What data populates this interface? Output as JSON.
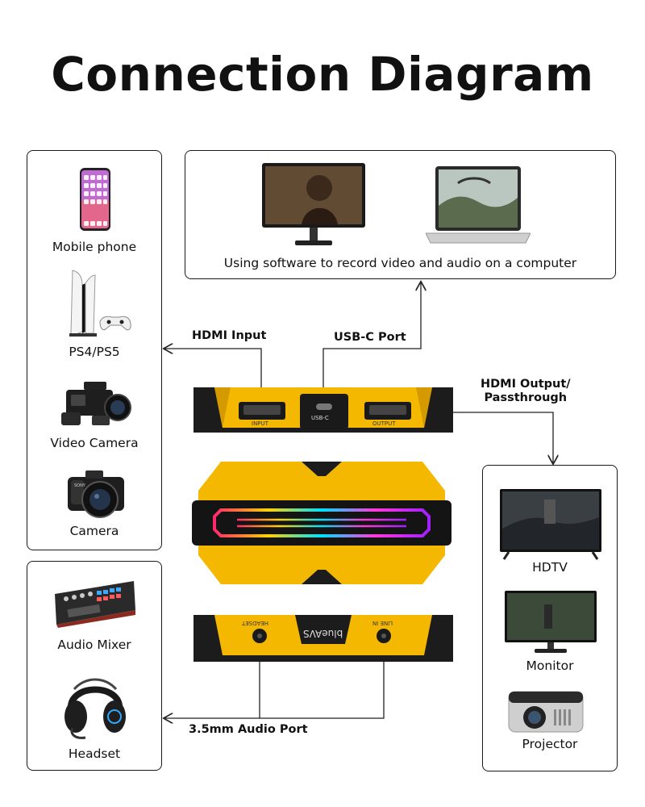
{
  "title": "Connection Diagram",
  "sources": {
    "items": [
      {
        "label": "Mobile phone",
        "icon": "mobile-phone-icon"
      },
      {
        "label": "PS4/PS5",
        "icon": "game-console-icon"
      },
      {
        "label": "Video Camera",
        "icon": "video-camera-icon"
      },
      {
        "label": "Camera",
        "icon": "camera-icon"
      }
    ]
  },
  "computer": {
    "caption": "Using software to record video and audio on a computer",
    "icons": [
      "desktop-monitor-icon",
      "laptop-icon"
    ]
  },
  "audio": {
    "items": [
      {
        "label": "Audio Mixer",
        "icon": "audio-mixer-icon"
      },
      {
        "label": "Headset",
        "icon": "headset-icon"
      }
    ]
  },
  "outputs": {
    "items": [
      {
        "label": "HDTV",
        "icon": "hdtv-icon"
      },
      {
        "label": "Monitor",
        "icon": "monitor-icon"
      },
      {
        "label": "Projector",
        "icon": "projector-icon"
      }
    ]
  },
  "ports": {
    "hdmi_input": "HDMI Input",
    "usbc": "USB-C Port",
    "hdmi_output": "HDMI Output/\nPassthrough",
    "audio": "3.5mm Audio Port"
  },
  "device": {
    "input_label": "INPUT",
    "usbc_label": "USB-C",
    "output_label": "OUTPUT",
    "headset_label": "HEADSET",
    "brand": "blueAVS",
    "linein_label": "LINE IN"
  },
  "colors": {
    "accent": "#f5b800",
    "dark": "#1c1c1c",
    "line": "#222222"
  }
}
